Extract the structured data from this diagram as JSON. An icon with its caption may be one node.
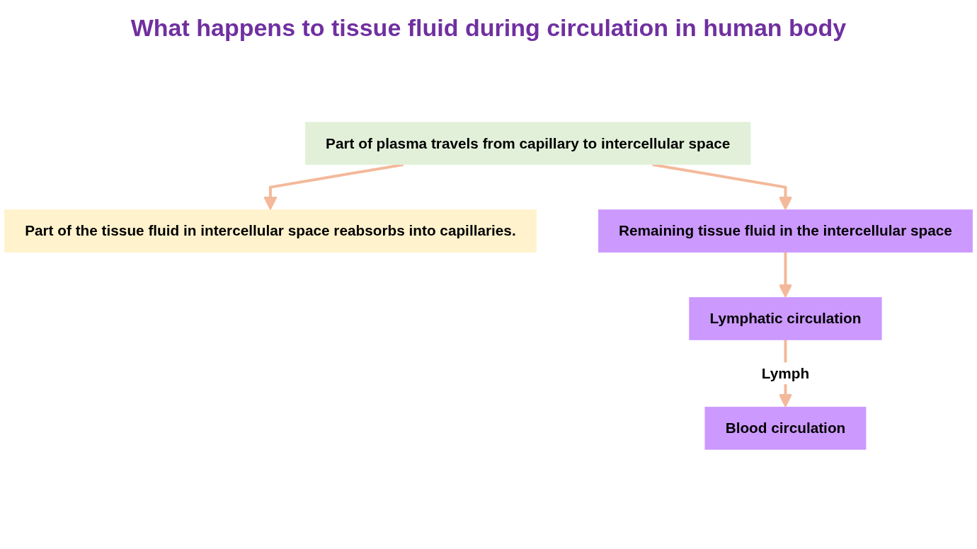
{
  "diagram": {
    "title": "What happens to tissue fluid during circulation in human body",
    "nodes": [
      {
        "text": [
          "Part of plasma travels from capillary to intercellular space"
        ]
      },
      {
        "text": [
          "Part of the tissue fluid in intercellular space reabsorbs into capillaries."
        ]
      },
      {
        "text": [
          "Remaining tissue fluid in the intercellular space"
        ]
      },
      {
        "text": [
          "Lymphatic circulation"
        ]
      },
      {
        "text": [
          "Blood circulation"
        ]
      }
    ],
    "edges": [
      {
        "from": 0,
        "to": 1,
        "arrow": "to"
      },
      {
        "from": 0,
        "to": 2,
        "arrow": "to"
      },
      {
        "from": 2,
        "to": 3,
        "arrow": "to"
      },
      {
        "from": 3,
        "to": 4,
        "arrow": "to",
        "label": "Lymph"
      }
    ]
  }
}
